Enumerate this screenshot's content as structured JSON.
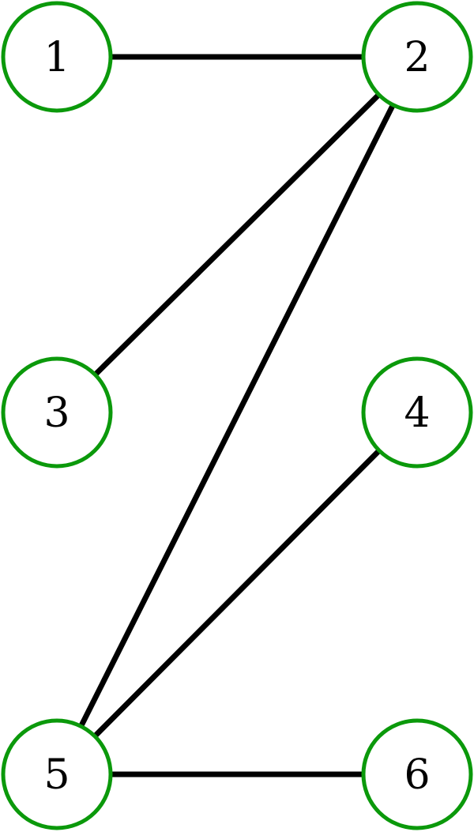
{
  "graph": {
    "node_color": "#0b990b",
    "edge_color": "#000000",
    "nodes": [
      {
        "id": "1",
        "label": "1",
        "row": 0,
        "col": 0
      },
      {
        "id": "2",
        "label": "2",
        "row": 0,
        "col": 1
      },
      {
        "id": "3",
        "label": "3",
        "row": 1,
        "col": 0
      },
      {
        "id": "4",
        "label": "4",
        "row": 1,
        "col": 1
      },
      {
        "id": "5",
        "label": "5",
        "row": 2,
        "col": 0
      },
      {
        "id": "6",
        "label": "6",
        "row": 2,
        "col": 1
      }
    ],
    "edges": [
      [
        "1",
        "2"
      ],
      [
        "2",
        "3"
      ],
      [
        "2",
        "5"
      ],
      [
        "4",
        "5"
      ],
      [
        "5",
        "6"
      ]
    ]
  }
}
